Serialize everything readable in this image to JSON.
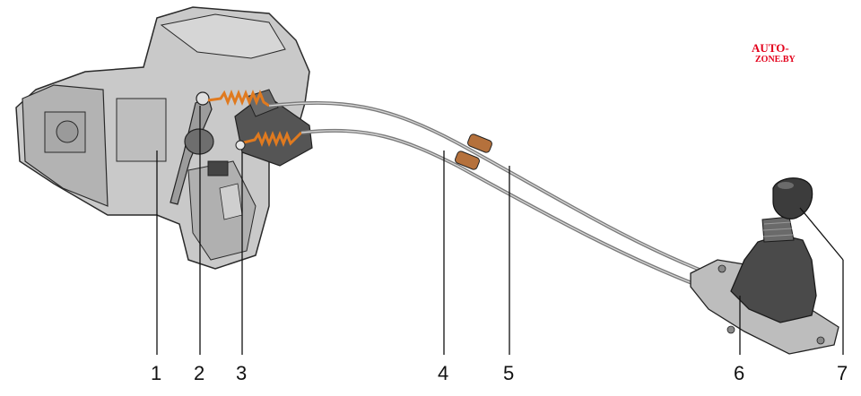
{
  "watermark": {
    "line1": "AUTO-",
    "line2": "ZONE.BY",
    "color": "#e3001b"
  },
  "callouts": [
    {
      "label": "1"
    },
    {
      "label": "2"
    },
    {
      "label": "3"
    },
    {
      "label": "4"
    },
    {
      "label": "5"
    },
    {
      "label": "6"
    },
    {
      "label": "7"
    }
  ],
  "colors": {
    "housing": "#c9c9c9",
    "housing_dark": "#8f8f8f",
    "cable": "#7a7a7a",
    "spring": "#e07a1f",
    "sleeve": "#b5713c",
    "boot": "#4a4a4a",
    "knob": "#3c3c3c",
    "bracket": "#bdbdbd"
  }
}
